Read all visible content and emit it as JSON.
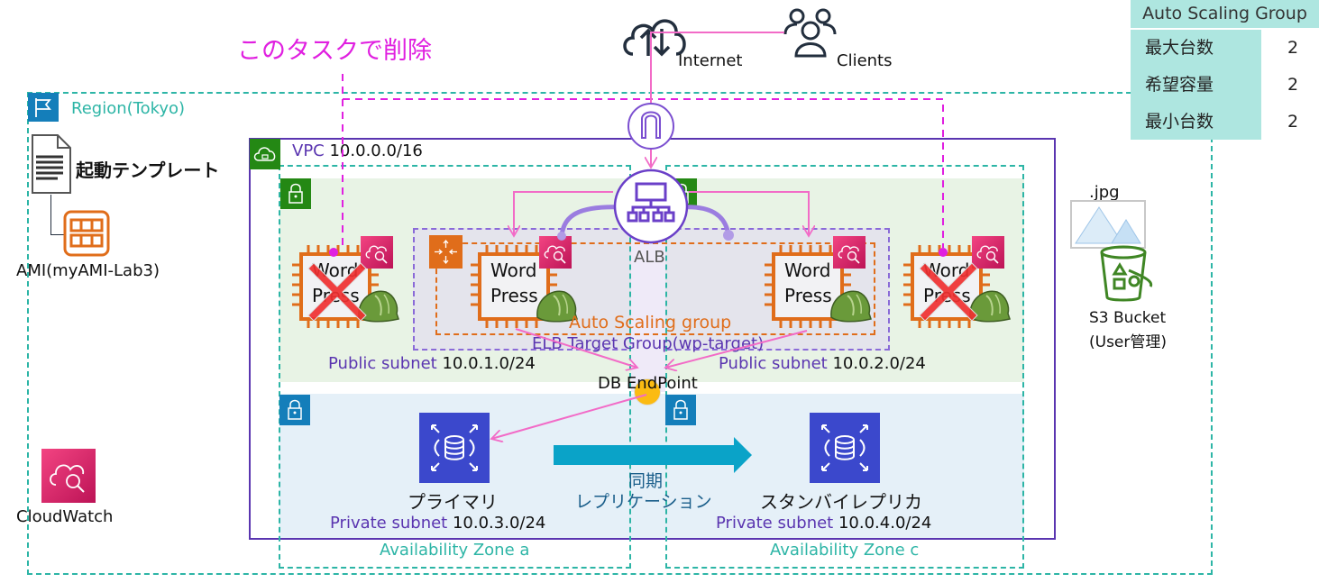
{
  "annotation": {
    "delete_note": "このタスクで削除"
  },
  "internet": {
    "label": "Internet",
    "icon": "internet-cloud-icon"
  },
  "clients": {
    "label": "Clients",
    "icon": "users-icon"
  },
  "asg_table": {
    "title": "Auto Scaling Group",
    "rows": [
      {
        "label": "最大台数",
        "value": "2"
      },
      {
        "label": "希望容量",
        "value": "2"
      },
      {
        "label": "最小台数",
        "value": "2"
      }
    ]
  },
  "region": {
    "label": "Region(Tokyo)"
  },
  "launch_template": {
    "label": "起動テンプレート"
  },
  "ami": {
    "label": "AMI(myAMI-Lab3)"
  },
  "cloudwatch": {
    "label": "CloudWatch"
  },
  "vpc": {
    "label": "VPC",
    "cidr": "10.0.0.0/16"
  },
  "alb": {
    "label": "ALB"
  },
  "auto_scaling_group": {
    "label": "Auto Scaling group"
  },
  "target_group": {
    "label": "ELB Target Group(wp-target)"
  },
  "wordpress": {
    "line1": "Word",
    "line2": "Press"
  },
  "public_subnets": [
    {
      "label": "Public subnet",
      "cidr": "10.0.1.0/24"
    },
    {
      "label": "Public subnet",
      "cidr": "10.0.2.0/24"
    }
  ],
  "private_subnets": [
    {
      "label": "Private subnet",
      "cidr": "10.0.3.0/24"
    },
    {
      "label": "Private subnet",
      "cidr": "10.0.4.0/24"
    }
  ],
  "db_endpoint": {
    "label": "DB EndPoint"
  },
  "rds_primary": {
    "label": "プライマリ"
  },
  "rds_standby": {
    "label": "スタンバイレプリカ"
  },
  "replication": {
    "line1": "同期",
    "line2": "レプリケーション"
  },
  "availability_zones": [
    {
      "label": "Availability Zone a"
    },
    {
      "label": "Availability Zone c"
    }
  ],
  "s3": {
    "file_label": ".jpg",
    "line1": "S3 Bucket",
    "line2": "(User管理)"
  },
  "colors": {
    "region_teal": "#2db5a6",
    "vpc_purple": "#5a35b0",
    "public_green_bg": "#e8f3e5",
    "private_blue_bg": "#e5f0f8",
    "asg_orange": "#e06d1a",
    "target_group_purple": "#8a6ad8",
    "arrow_pink": "#f26bc7",
    "delete_magenta": "#e020e0",
    "rds_blue": "#3b48cc",
    "cloudwatch_pink": "#d9296a",
    "replication_arrow": "#0aa3c8",
    "asg_table_bg": "#aee6e0"
  }
}
